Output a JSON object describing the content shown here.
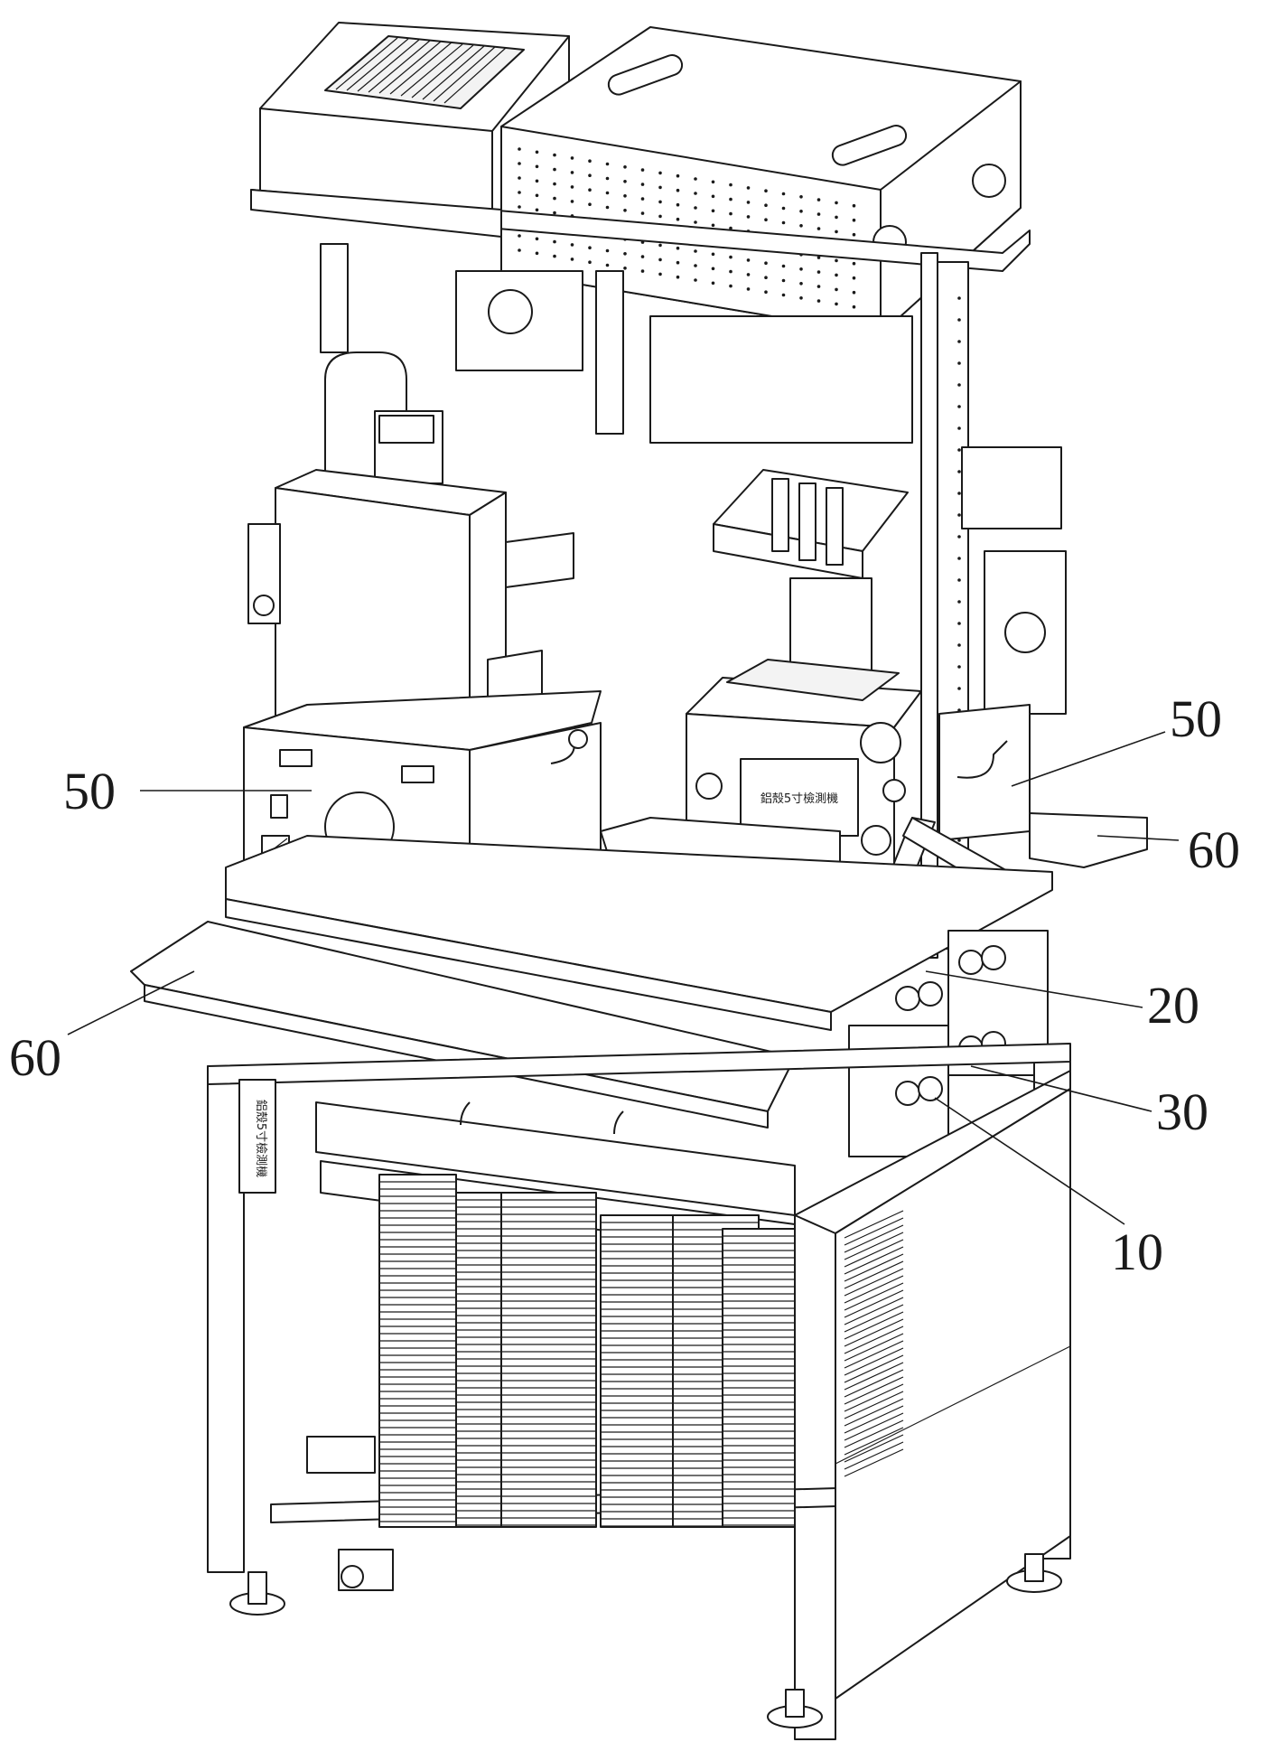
{
  "reference_labels": {
    "panel_left": "50",
    "panel_right": "50",
    "shelf_left": "60",
    "shelf_right": "60",
    "label_20": "20",
    "label_30": "30",
    "label_10": "10"
  },
  "screen_text": "鋁殼5寸檢測機",
  "side_plate_text": "鋁殼5寸檢測機"
}
